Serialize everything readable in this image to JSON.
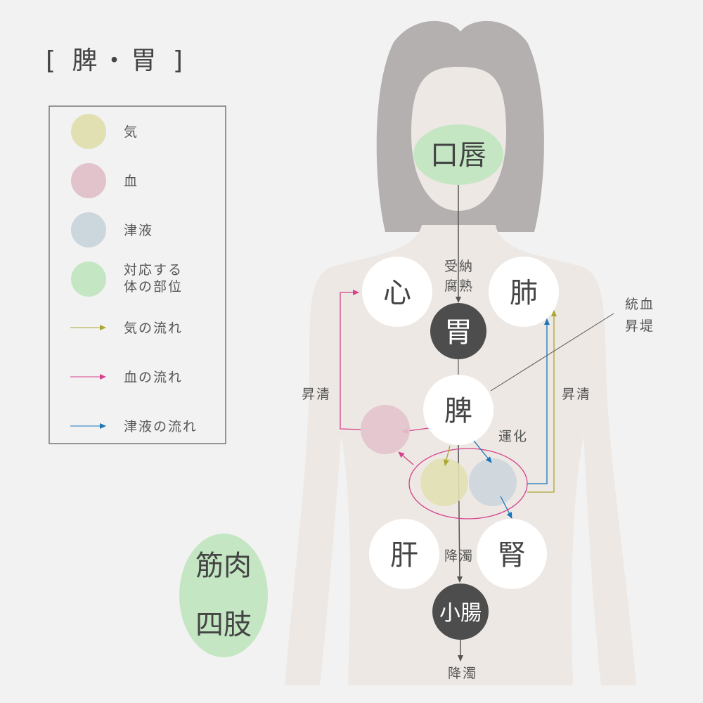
{
  "title": "[ 脾・胃 ]",
  "legend": {
    "items": [
      {
        "label": "気",
        "color": "#e0e0b3"
      },
      {
        "label": "血",
        "color": "#e2c3cc"
      },
      {
        "label": "津液",
        "color": "#ccd6dd"
      },
      {
        "label_line1": "対応する",
        "label_line2": "体の部位",
        "color": "#c4e6c3"
      },
      {
        "label": "気の流れ",
        "color": "#a9a631"
      },
      {
        "label": "血の流れ",
        "color": "#d6418a"
      },
      {
        "label": "津液の流れ",
        "color": "#1a75bb"
      }
    ]
  },
  "organs": {
    "mouth": "口唇",
    "heart": "心",
    "lung": "肺",
    "stomach": "胃",
    "spleen": "脾",
    "liver": "肝",
    "kidney": "腎",
    "small_intestine": "小腸",
    "limbs_line1": "筋肉",
    "limbs_line2": "四肢"
  },
  "labels": {
    "receive1": "受納",
    "receive2": "腐熟",
    "control1": "統血",
    "control2": "昇堤",
    "ascend_left": "昇清",
    "ascend_right": "昇清",
    "transform": "運化",
    "descend_mid": "降濁",
    "descend_bottom": "降濁"
  }
}
